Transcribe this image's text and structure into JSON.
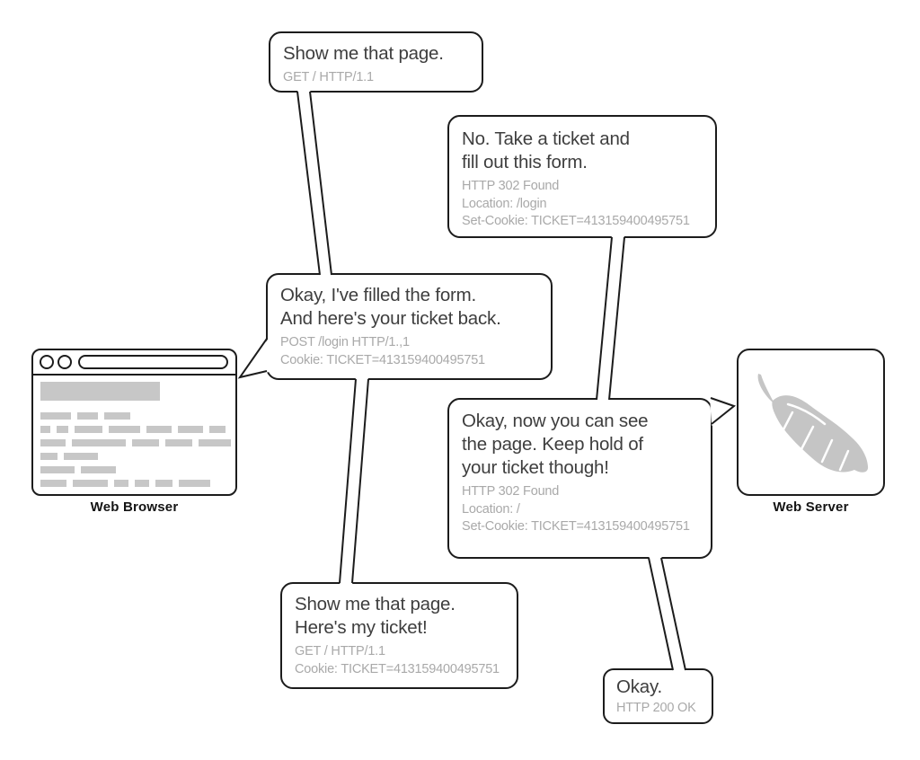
{
  "diagram": {
    "title": "HTTP cookie ticket conversation between web browser and web server",
    "colors": {
      "background": "#ffffff",
      "outline": "#1c1c1c",
      "main_text": "#3e3e3e",
      "http_text": "#a9a9a9",
      "wireframe_gray": "#c7c7c7",
      "feather_gray": "#c5c5c5"
    },
    "actors": {
      "browser_label": "Web Browser",
      "server_label": "Web Server",
      "browser_icon": "browser-window-icon",
      "server_icon": "apache-feather-icon"
    },
    "bubbles": [
      {
        "speaker": "browser",
        "main_lines": [
          "Show me that page."
        ],
        "code_lines": [
          "GET / HTTP/1.1"
        ]
      },
      {
        "speaker": "server",
        "main_lines": [
          "No. Take a ticket and",
          "fill out this form."
        ],
        "code_lines": [
          "HTTP 302 Found",
          "Location: /login",
          "Set-Cookie: TICKET=413159400495751"
        ]
      },
      {
        "speaker": "browser",
        "main_lines": [
          "Okay, I've filled the form.",
          "And here's your ticket back."
        ],
        "code_lines": [
          "POST /login HTTP/1.,1",
          "Cookie: TICKET=413159400495751"
        ]
      },
      {
        "speaker": "server",
        "main_lines": [
          "Okay, now you can see",
          "the page. Keep hold of",
          "your ticket though!"
        ],
        "code_lines": [
          "HTTP 302 Found",
          "Location: /",
          "Set-Cookie: TICKET=413159400495751"
        ]
      },
      {
        "speaker": "browser",
        "main_lines": [
          "Show me that page.",
          "Here's my ticket!"
        ],
        "code_lines": [
          "GET / HTTP/1.1",
          "Cookie: TICKET=413159400495751"
        ]
      },
      {
        "speaker": "server",
        "main_lines": [
          "Okay."
        ],
        "code_lines": [
          "HTTP 200 OK"
        ]
      }
    ]
  }
}
